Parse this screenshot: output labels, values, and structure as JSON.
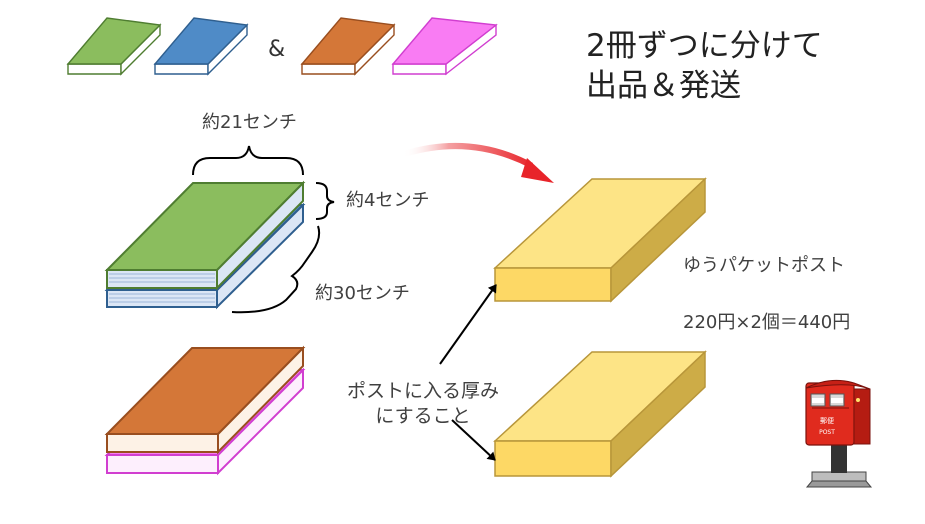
{
  "title": {
    "line1": "2冊ずつに分けて",
    "line2": "出品＆発送"
  },
  "ampersand": "&",
  "dimensions": {
    "width": "約21センチ",
    "thickness": "約4センチ",
    "length": "約30センチ"
  },
  "note": {
    "line1": "ポストに入る厚み",
    "line2": "にすること"
  },
  "shipping": {
    "service": "ゆうパケットポスト",
    "price": "220円×2個＝440円"
  },
  "postbox": {
    "label_top": "郵便",
    "label_bottom": "POST"
  },
  "colors": {
    "green": "#8bbd5e",
    "green_border": "#4f7d31",
    "blue": "#4f8bc7",
    "blue_border": "#2f5f8f",
    "orange": "#d47738",
    "orange_border": "#994e1f",
    "pink": "#f97cf3",
    "pink_border": "#d13ed0",
    "box_top": "#fde486",
    "box_front": "#fdd865",
    "box_side": "#cdac47",
    "accent_red": "#e8242a"
  }
}
